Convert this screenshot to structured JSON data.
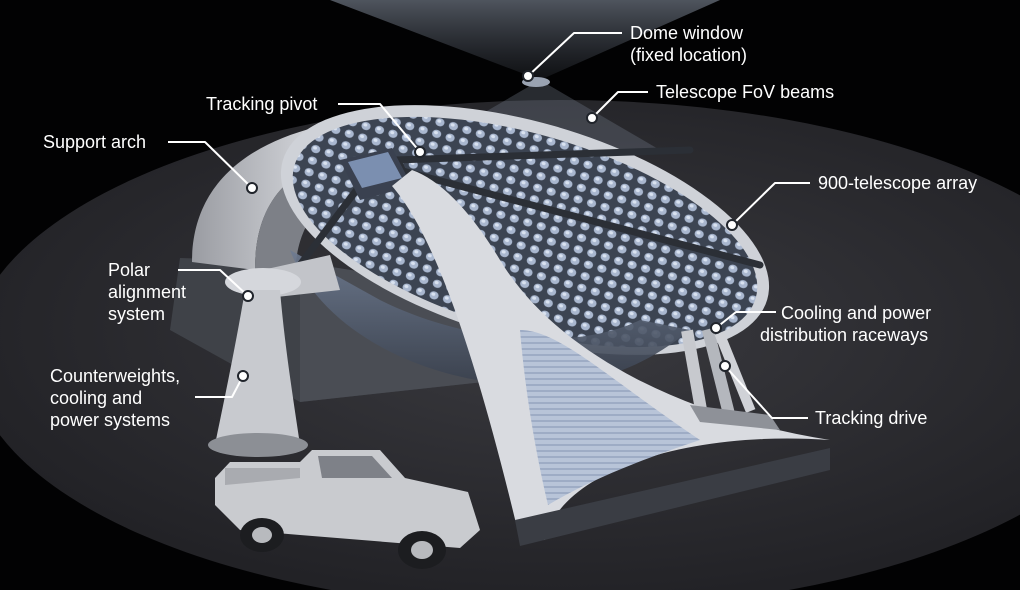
{
  "labels": {
    "dome_window": [
      "Dome window",
      "(fixed location)"
    ],
    "fov_beams": [
      "Telescope FoV beams"
    ],
    "tracking_pivot": [
      "Tracking pivot"
    ],
    "support_arch": [
      "Support arch"
    ],
    "telescope_array": [
      "900-telescope array"
    ],
    "polar_alignment": [
      "Polar",
      "alignment",
      "system"
    ],
    "cooling_raceways": [
      "Cooling and power",
      "distribution raceways"
    ],
    "counterweights": [
      "Counterweights,",
      "cooling and",
      "power systems"
    ],
    "tracking_drive": [
      "Tracking drive"
    ]
  },
  "colors": {
    "background": "#020203",
    "floor": "#2a2a2e",
    "structure": "#d2d4d8",
    "leader": "#ffffff",
    "label_text": "#ffffff"
  }
}
